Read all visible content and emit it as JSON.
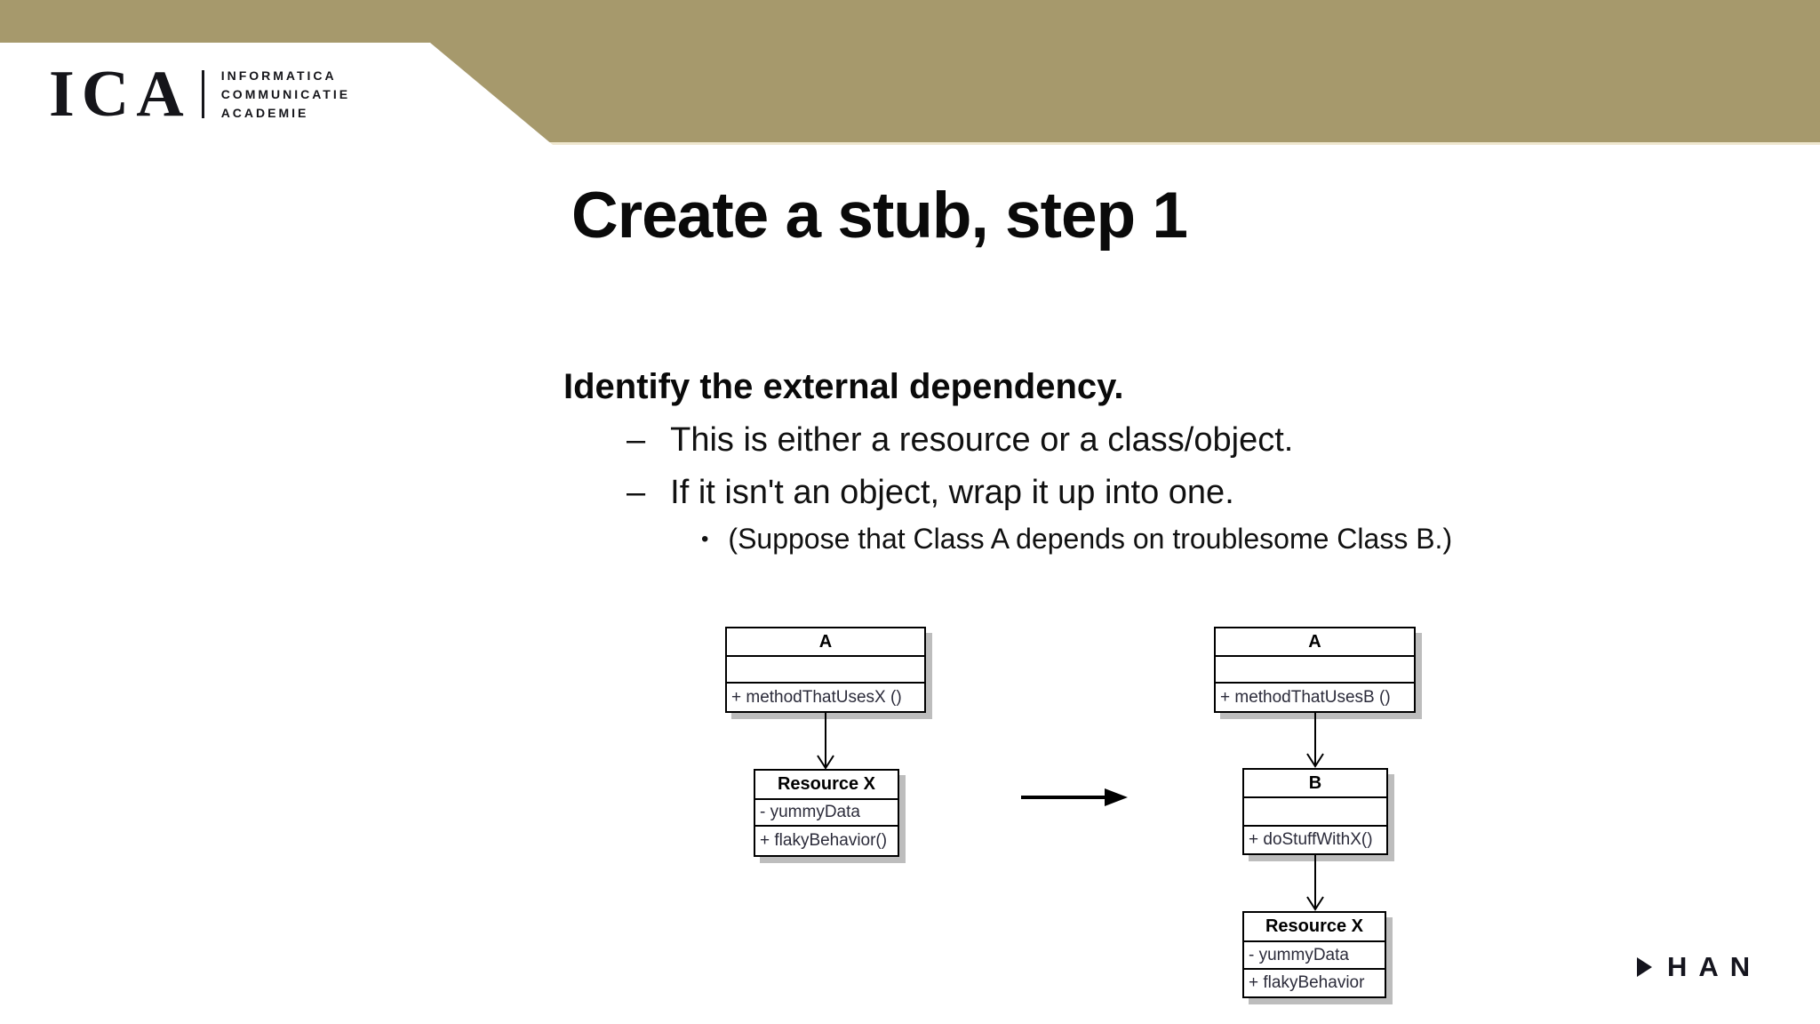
{
  "header": {
    "band_color": "#A6996C",
    "band_edge_color": "#EFE7CF",
    "logo": {
      "acronym": "ICA",
      "lines": [
        "INFORMATICA",
        "COMMUNICATIE",
        "ACADEMIE"
      ]
    }
  },
  "title": "Create a stub, step 1",
  "body": {
    "heading": "Identify the external dependency.",
    "bullets": [
      {
        "marker": "–",
        "text": "This is either a resource or a class/object."
      },
      {
        "marker": "–",
        "text": "If it isn't an object, wrap it up into one."
      }
    ],
    "sub_bullet": {
      "marker": "•",
      "text": "(Suppose that Class A depends on troublesome Class B.)"
    }
  },
  "diagram": {
    "member_text_color": "#2B2B3A",
    "box_shadow_color": "#BDBDBD",
    "left": {
      "class_a": {
        "name": "A",
        "method": "+ methodThatUsesX ()"
      },
      "resource_x": {
        "name": "Resource X",
        "attribute": "- yummyData",
        "method": "+ flakyBehavior()"
      }
    },
    "right": {
      "class_a": {
        "name": "A",
        "method": "+ methodThatUsesB ()"
      },
      "class_b": {
        "name": "B",
        "method": "+ doStuffWithX()"
      },
      "resource_x": {
        "name": "Resource X",
        "attribute": "- yummyData",
        "method": "+ flakyBehavior"
      }
    }
  },
  "footer": {
    "logo_text": "HAN"
  }
}
